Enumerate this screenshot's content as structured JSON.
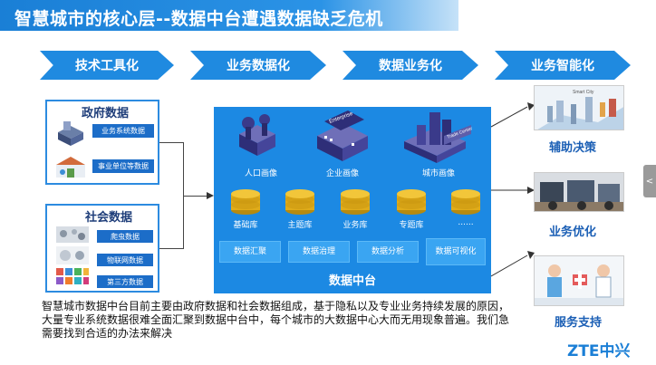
{
  "title": "智慧城市的核心层--数据中台遭遇数据缺乏危机",
  "chevrons": [
    "技术工具化",
    "业务数据化",
    "数据业务化",
    "业务智能化"
  ],
  "gov_box": {
    "title": "政府数据",
    "tags": [
      "业务系统数据",
      "事业单位等数据"
    ]
  },
  "social_box": {
    "title": "社会数据",
    "tags": [
      "爬虫数据",
      "物联网数据",
      "第三方数据"
    ]
  },
  "center": {
    "portraits": [
      "人口画像",
      "企业画像",
      "城市画像"
    ],
    "building_signs": [
      "Enterprise",
      "Trade Center"
    ],
    "libraries": [
      "基础库",
      "主题库",
      "业务库",
      "专题库",
      "......"
    ],
    "functions": [
      "数据汇聚",
      "数据治理",
      "数据分析",
      "数据可视化"
    ],
    "panel_title": "数据中台"
  },
  "results": {
    "top_image_caption": "Smart City",
    "labels": [
      "辅助决策",
      "业务优化",
      "服务支持"
    ]
  },
  "paragraph": "智慧城市数据中台目前主要由政府数据和社会数据组成，基于隐私以及专业业务持续发展的原因，大量专业系统数据很难全面汇聚到数据中台中，每个城市的大数据中心大而无用现象普遍。我们急需要找到合适的办法来解决",
  "logo": "ZTE中兴",
  "side_tab": "<",
  "colors": {
    "accent": "#1f8ae0",
    "panel": "#1c89e3",
    "dark_tag": "#1c6dc8"
  }
}
